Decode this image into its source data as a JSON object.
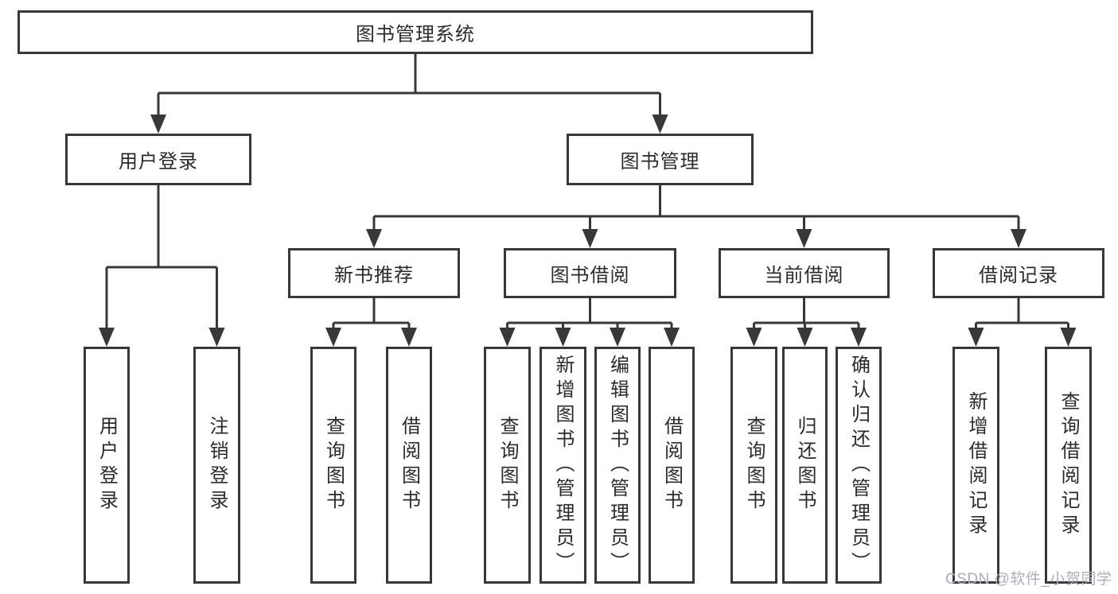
{
  "diagram": {
    "root": "图书管理系统",
    "level2": [
      "用户登录",
      "图书管理"
    ],
    "level3": [
      "新书推荐",
      "图书借阅",
      "当前借阅",
      "借阅记录"
    ],
    "leaves": {
      "login": [
        "用户登录",
        "注销登录"
      ],
      "recommend": [
        "查询图书",
        "借阅图书"
      ],
      "borrow": [
        "查询图书",
        "新增图书（管理员）",
        "编辑图书（管理员）",
        "借阅图书"
      ],
      "current": [
        "查询图书",
        "归还图书",
        "确认归还（管理员）"
      ],
      "records": [
        "新增借阅记录",
        "查询借阅记录"
      ]
    }
  },
  "watermark": "CSDN @软件_小贺同学",
  "colors": {
    "line": "#383838",
    "text": "#2b2b2b",
    "watermark": "#abaeb8",
    "background": "#ffffff"
  }
}
